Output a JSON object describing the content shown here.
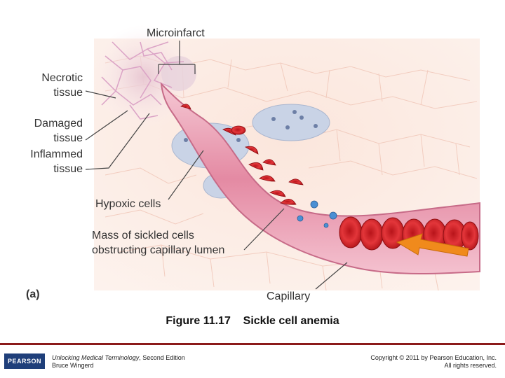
{
  "labels": {
    "microinfarct": "Microinfarct",
    "necrotic_1": "Necrotic",
    "necrotic_2": "tissue",
    "damaged_1": "Damaged",
    "damaged_2": "tissue",
    "inflammed_1": "Inflammed",
    "inflammed_2": "tissue",
    "hypoxic": "Hypoxic cells",
    "mass_1": "Mass of sickled cells",
    "mass_2": "obstructing capillary lumen",
    "capillary": "Capillary",
    "panel": "(a)"
  },
  "caption": {
    "figure_number": "Figure 11.17",
    "title": "Sickle cell anemia"
  },
  "footer": {
    "logo": "PEARSON",
    "book_title": "Unlocking Medical Terminology",
    "edition": ", Second Edition",
    "author": "Bruce Wingerd",
    "copyright": "Copyright © 2011 by Pearson Education, Inc.",
    "rights": "All rights reserved."
  },
  "colors": {
    "footer_rule": "#8b1a1a",
    "logo_bg": "#1f3f7a",
    "vessel": "#e9a7b8",
    "red_cell": "#d7262b",
    "arrow": "#f08a1c"
  }
}
